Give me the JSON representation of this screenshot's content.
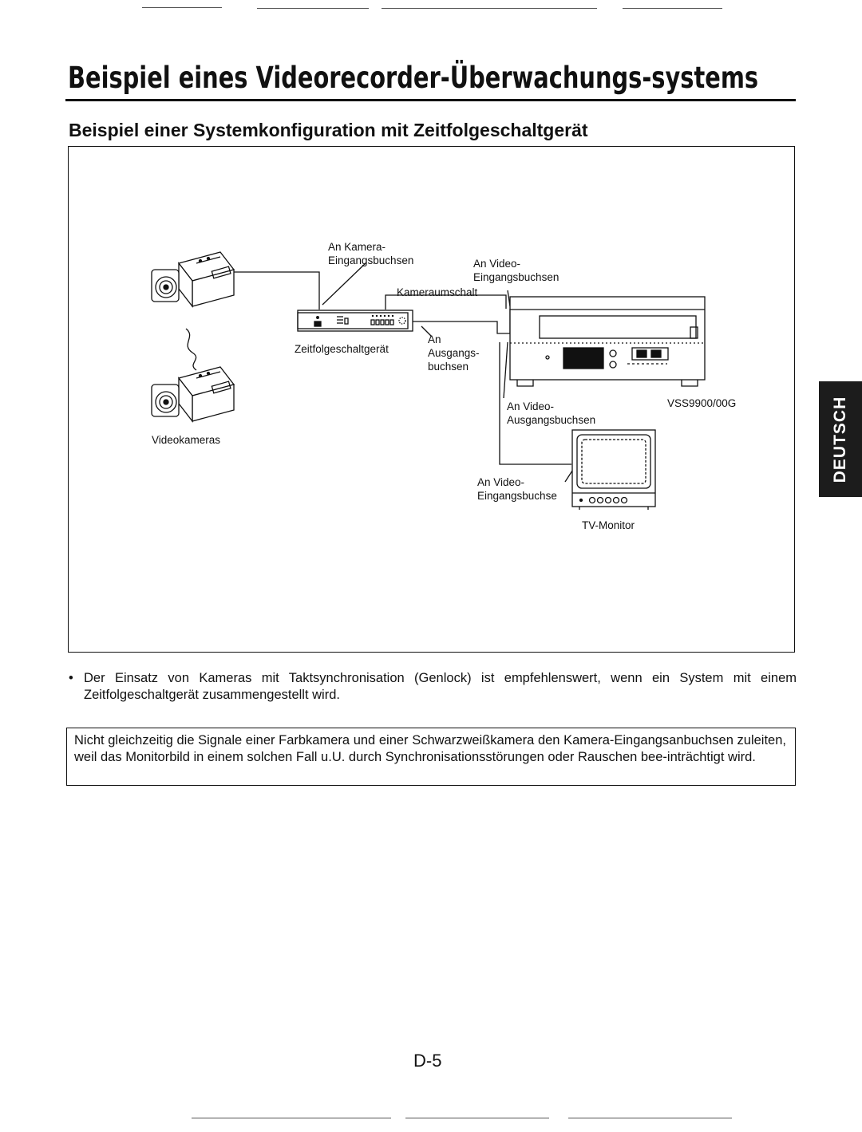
{
  "page": {
    "title": "Beispiel eines Videorecorder-Überwachungs-systems",
    "subtitle": "Beispiel einer Systemkonfiguration mit Zeitfolgeschaltgerät",
    "side_tab": "DEUTSCH",
    "page_number": "D-5"
  },
  "diagram": {
    "labels": {
      "an_kamera_1": "An Kamera-",
      "an_kamera_2": "Eingangsbuchsen",
      "an_video_in_1": "An Video-",
      "an_video_in_2": "Eingangsbuchsen",
      "kameraumschalt": "Kameraumschalt",
      "zeitfolge": "Zeitfolgeschaltgerät",
      "an_ausgang_1": "An",
      "an_ausgang_2": "Ausgangs-",
      "an_ausgang_3": "buchsen",
      "videokameras": "Videokameras",
      "an_video_out_1": "An Video-",
      "an_video_out_2": "Ausgangsbuchsen",
      "vcr_model": "VSS9900/00G",
      "an_video_mon_1": "An Video-",
      "an_video_mon_2": "Eingangsbuchse",
      "tv_monitor": "TV-Monitor"
    },
    "icons": [
      "video-camera-icon",
      "video-camera-icon",
      "sequential-switcher-icon",
      "vcr-icon",
      "tv-monitor-icon"
    ]
  },
  "notes": {
    "bullet": "Der Einsatz von Kameras mit Taktsynchronisation (Genlock) ist empfehlenswert, wenn ein System mit einem Zeitfolgeschaltgerät zusammengestellt wird.",
    "warning": "Nicht gleichzeitig die Signale einer Farbkamera und einer Schwarzweißkamera den Kamera-Eingangsanbuchsen zuleiten, weil das Monitorbild in einem solchen Fall u.U. durch Synchronisationsstörungen oder Rauschen bee-inträchtigt wird."
  },
  "colors": {
    "ink": "#111111",
    "tab_background": "#1c1c1c",
    "tab_text": "#ffffff"
  }
}
